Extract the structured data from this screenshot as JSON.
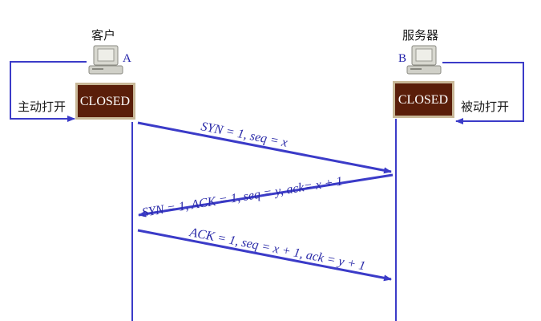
{
  "client": {
    "title": "客户",
    "letter": "A",
    "state": "CLOSED",
    "action": "主动打开"
  },
  "server": {
    "title": "服务器",
    "letter": "B",
    "state": "CLOSED",
    "action": "被动打开"
  },
  "messages": [
    {
      "text": "SYN = 1, seq = x"
    },
    {
      "text": "SYN = 1, ACK = 1, seq = y, ack= x + 1"
    },
    {
      "text": "ACK = 1, seq = x + 1, ack = y + 1"
    }
  ],
  "colors": {
    "line": "#3b3bc8",
    "box": "#5a1e0a",
    "box_border": "#c8b898"
  }
}
